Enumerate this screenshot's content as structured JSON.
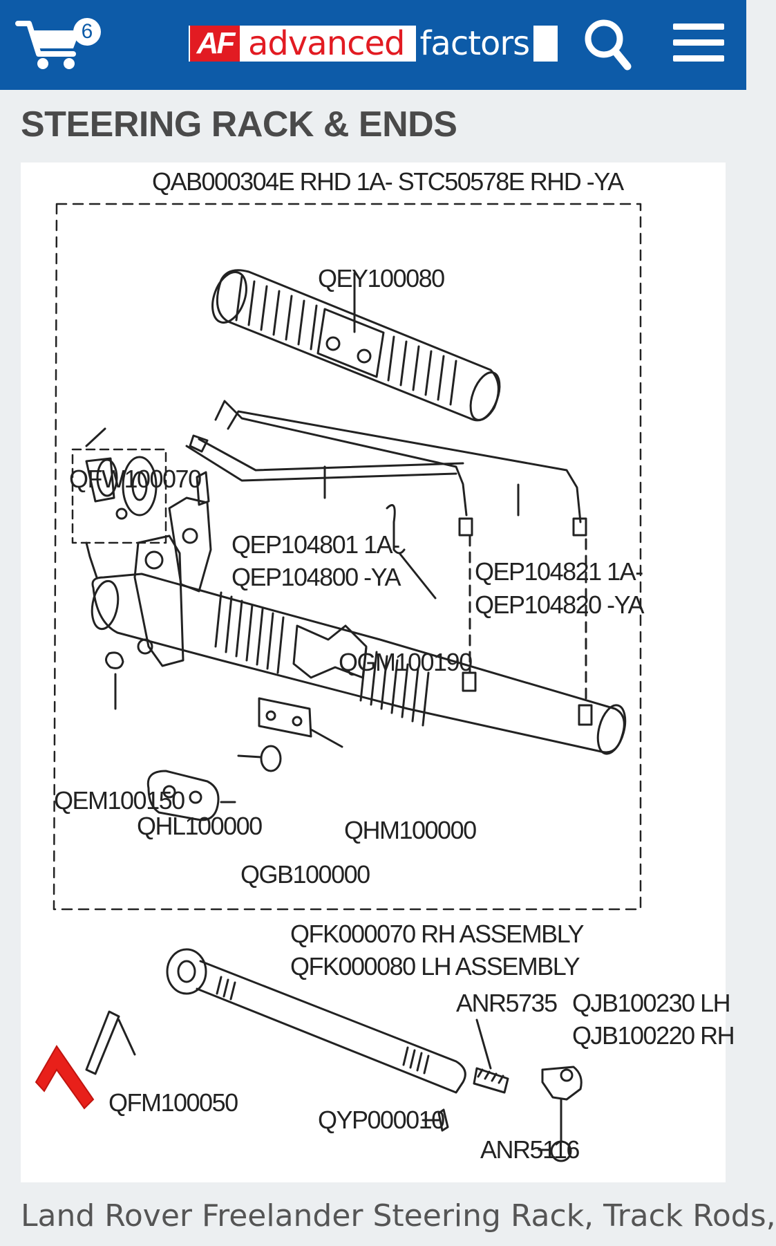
{
  "header": {
    "cart_count": "6",
    "logo_mark": "AF",
    "logo_word_1": "advanced",
    "logo_word_2": "factors",
    "icons": [
      "cart-icon",
      "search-icon",
      "menu-icon"
    ]
  },
  "page": {
    "title": "STEERING RACK & ENDS",
    "caption": "Land Rover Freelander Steering Rack, Track Rods,"
  },
  "diagram": {
    "labels": {
      "assembly": "QAB000304E RHD 1A- STC50578E RHD -YA",
      "qey": "QEY100080",
      "qfw": "QFW100070",
      "qep1": "QEP104801 1A-",
      "qep2": "QEP104800 -YA",
      "qep3": "QEP104821 1A-",
      "qep4": "QEP104820 -YA",
      "qgm": "QGM100190",
      "qem": "QEM100150",
      "qhl": "QHL100000",
      "qhm": "QHM100000",
      "qgb": "QGB100000",
      "qfk1": "QFK000070 RH ASSEMBLY",
      "qfk2": "QFK000080 LH ASSEMBLY",
      "anr5735": "ANR5735",
      "qjb1": "QJB100230 LH",
      "qjb2": "QJB100220 RH",
      "qfm": "QFM100050",
      "qyp": "QYP000010",
      "anr5116": "ANR5116"
    }
  },
  "colors": {
    "header_bg": "#0d5ba8",
    "brand_red": "#e21b22",
    "page_bg": "#eceff1",
    "title_text": "#4a4a4a",
    "arrow_red": "#e8201a"
  }
}
